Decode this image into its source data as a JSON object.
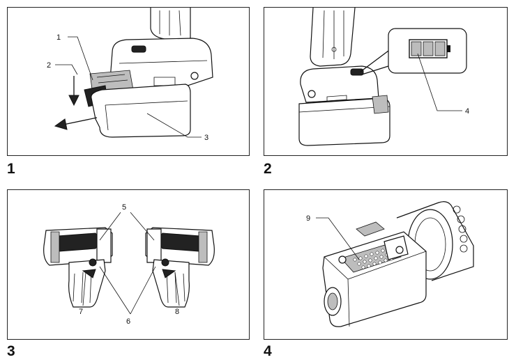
{
  "figures": [
    {
      "number": "1",
      "callouts": [
        "1",
        "2",
        "3"
      ]
    },
    {
      "number": "2",
      "callouts": [
        "4"
      ]
    },
    {
      "number": "3",
      "callouts": [
        "5",
        "6",
        "7",
        "8"
      ]
    },
    {
      "number": "4",
      "callouts": [
        "9"
      ]
    }
  ]
}
